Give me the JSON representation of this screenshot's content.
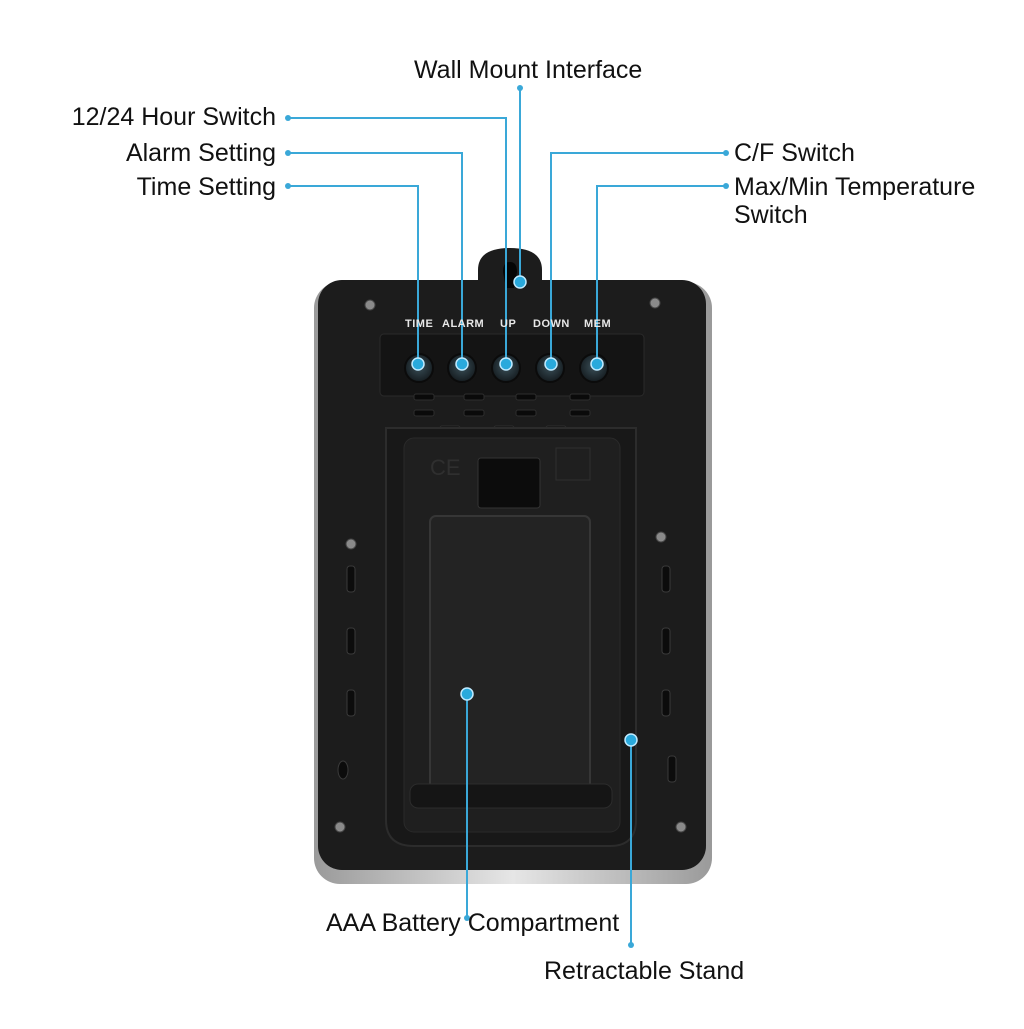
{
  "callouts": {
    "wall_mount": "Wall Mount Interface",
    "hour_switch": "12/24 Hour Switch",
    "alarm_setting": "Alarm Setting",
    "time_setting": "Time Setting",
    "cf_switch": "C/F Switch",
    "maxmin_line1": "Max/Min Temperature",
    "maxmin_line2": "Switch",
    "battery": "AAA Battery Compartment",
    "stand": "Retractable Stand"
  },
  "button_labels": [
    "TIME",
    "ALARM",
    "UP",
    "DOWN",
    "MEM"
  ],
  "colors": {
    "leader": "#3aa8d8",
    "body": "#1c1c1c",
    "rim": "#c8c8c8",
    "button": "#2b3d44",
    "button_glow": "#29a9dc"
  }
}
